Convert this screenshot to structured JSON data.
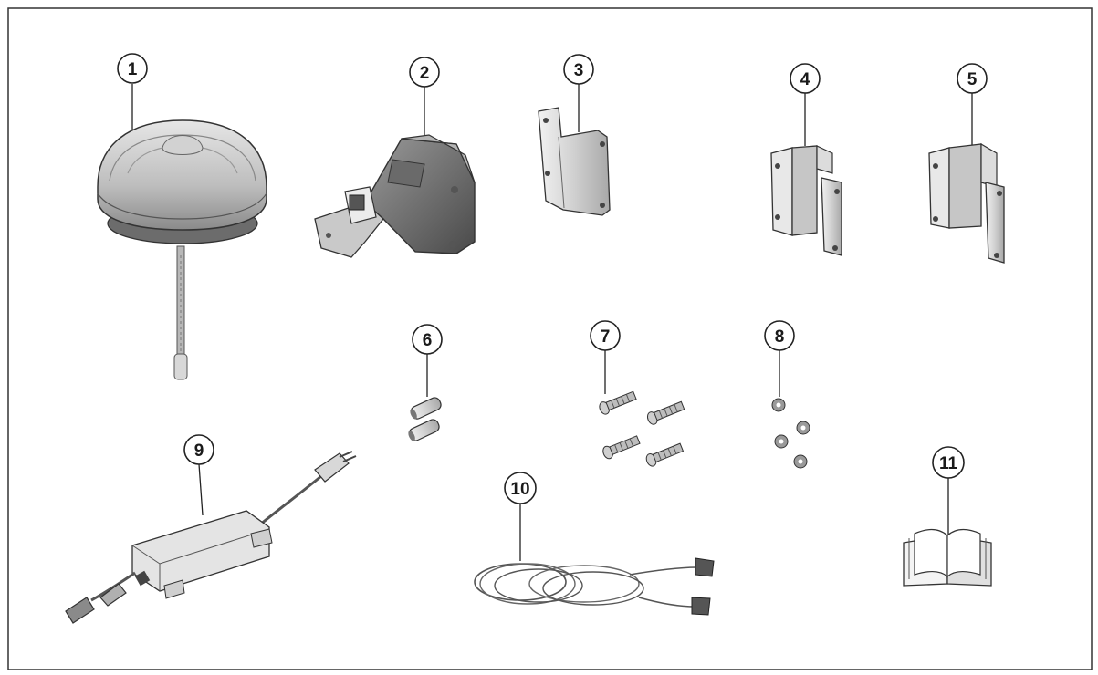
{
  "diagram": {
    "callouts": [
      {
        "id": "antenna-unit",
        "label": "1"
      },
      {
        "id": "mount-base",
        "label": "2"
      },
      {
        "id": "bracket-3",
        "label": "3"
      },
      {
        "id": "bracket-4",
        "label": "4"
      },
      {
        "id": "bracket-5",
        "label": "5"
      },
      {
        "id": "spacers",
        "label": "6"
      },
      {
        "id": "screws",
        "label": "7"
      },
      {
        "id": "washers",
        "label": "8"
      },
      {
        "id": "power-adapter",
        "label": "9"
      },
      {
        "id": "cable",
        "label": "10"
      },
      {
        "id": "manual",
        "label": "11"
      }
    ]
  }
}
